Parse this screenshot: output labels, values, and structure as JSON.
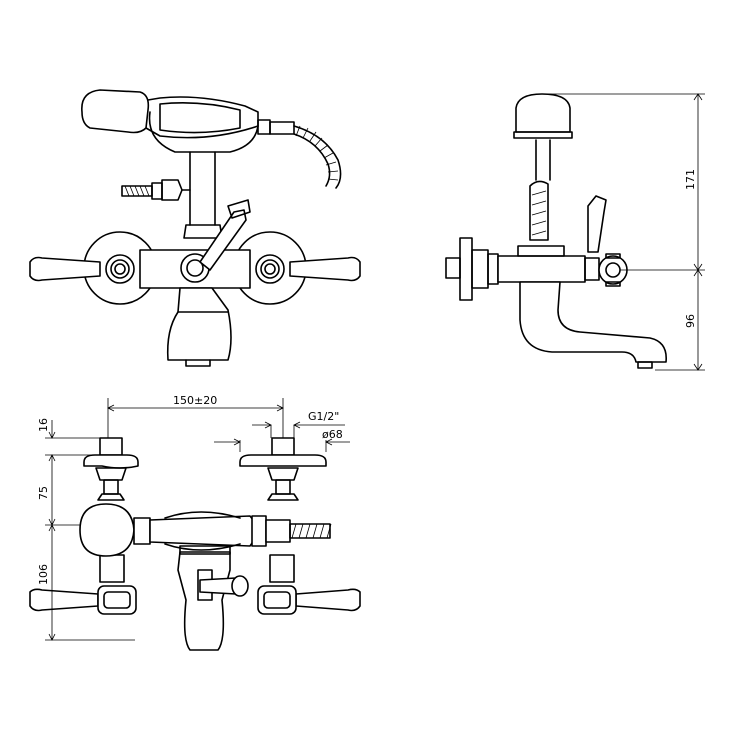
{
  "title": "Bath mixer technical drawing",
  "dimensions": {
    "height_top": "171",
    "height_bottom": "96",
    "center_distance": "150±20",
    "thread": "G1/2\"",
    "flange_diameter": "ø68",
    "cap_height": "16",
    "upper_offset": "75",
    "lower_offset": "106"
  },
  "colors": {
    "line": "#000000",
    "background": "#ffffff"
  }
}
